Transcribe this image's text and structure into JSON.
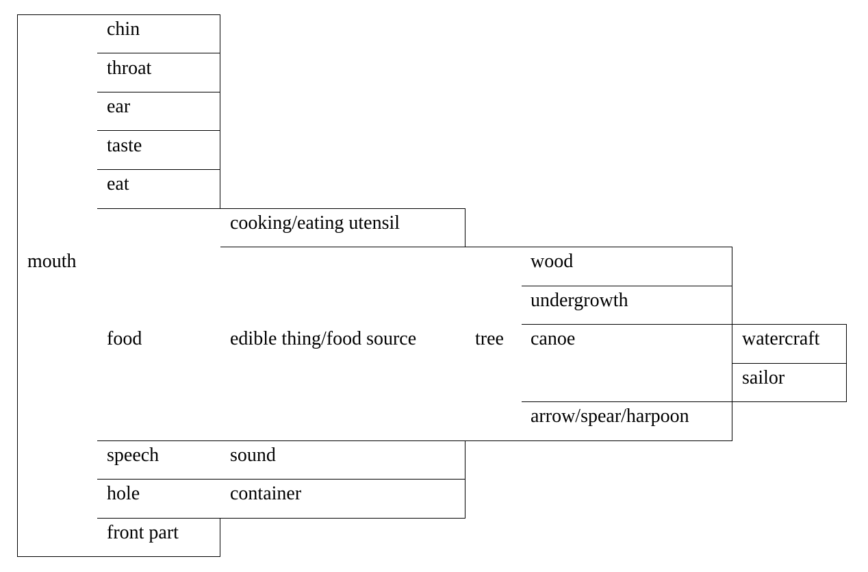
{
  "root": "mouth",
  "level1": {
    "chin": "chin",
    "throat": "throat",
    "ear": "ear",
    "taste": "taste",
    "eat": "eat",
    "food": "food",
    "speech": "speech",
    "hole": "hole",
    "front_part": "front part"
  },
  "level2": {
    "utensil": "cooking/eating utensil",
    "edible": "edible thing/food source",
    "sound": "sound",
    "container": "container"
  },
  "level3": {
    "tree": "tree"
  },
  "level4": {
    "wood": "wood",
    "undergrowth": "undergrowth",
    "canoe": "canoe",
    "weapon": "arrow/spear/harpoon"
  },
  "level5": {
    "watercraft": "watercraft",
    "sailor": "sailor"
  }
}
